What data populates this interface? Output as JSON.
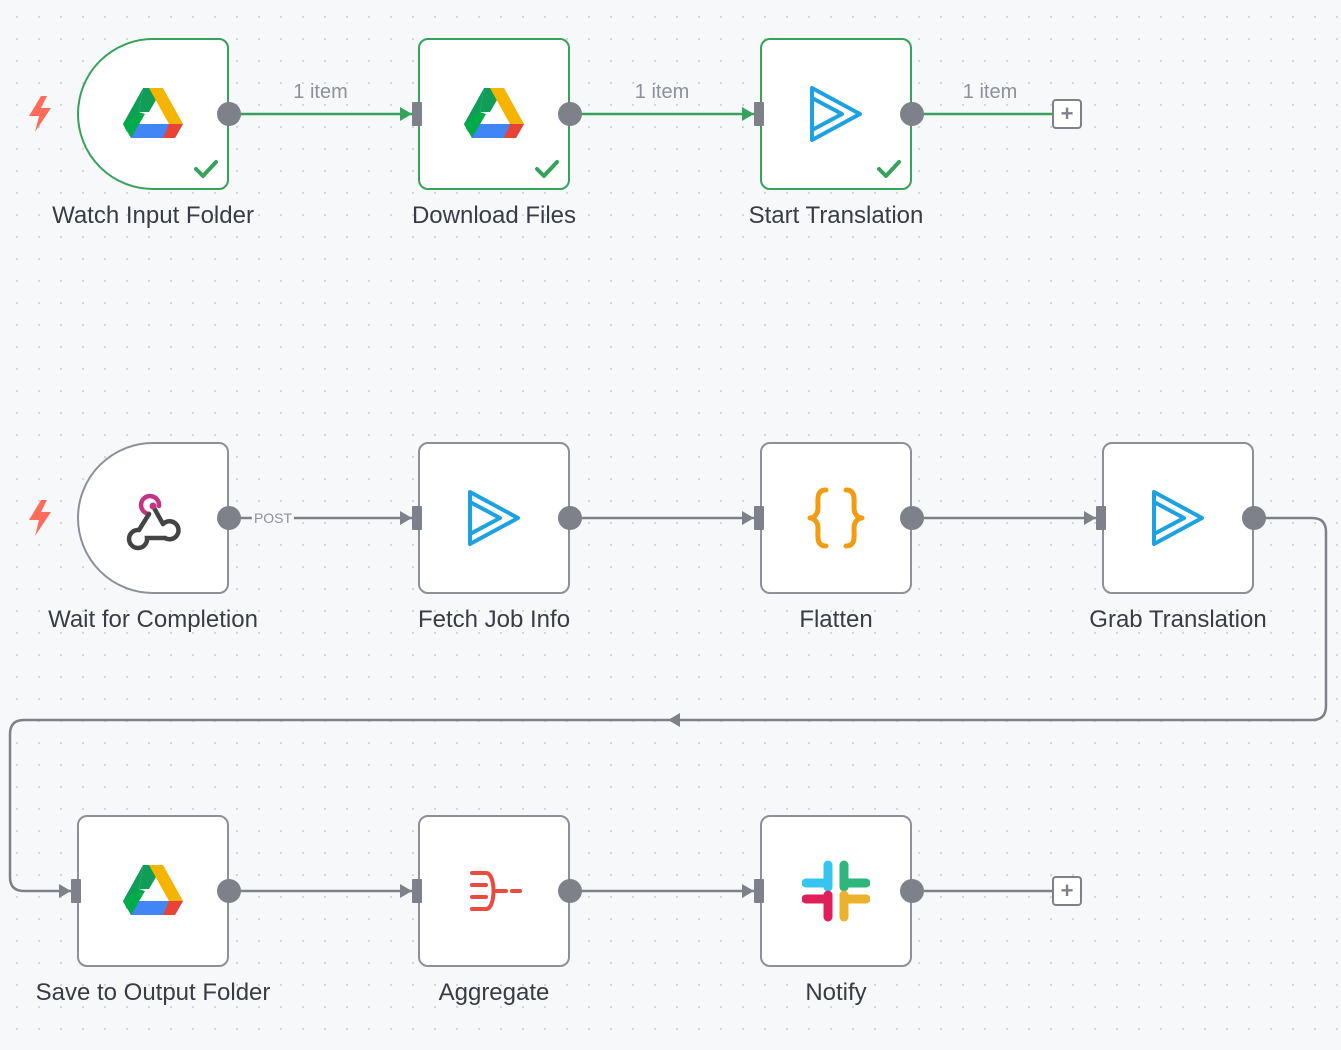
{
  "nodes": [
    {
      "id": "watch",
      "label": "Watch Input Folder",
      "icon": "google-drive-icon",
      "trigger": true,
      "status": "success"
    },
    {
      "id": "download",
      "label": "Download Files",
      "icon": "google-drive-icon",
      "trigger": false,
      "status": "success"
    },
    {
      "id": "start",
      "label": "Start Translation",
      "icon": "deepl-play-icon",
      "trigger": false,
      "status": "success"
    },
    {
      "id": "wait",
      "label": "Wait for Completion",
      "icon": "webhook-icon",
      "trigger": true,
      "status": "idle"
    },
    {
      "id": "fetch",
      "label": "Fetch Job Info",
      "icon": "deepl-play-icon",
      "trigger": false,
      "status": "idle"
    },
    {
      "id": "flatten",
      "label": "Flatten",
      "icon": "code-braces-icon",
      "trigger": false,
      "status": "idle"
    },
    {
      "id": "grab",
      "label": "Grab Translation",
      "icon": "deepl-play-icon",
      "trigger": false,
      "status": "idle"
    },
    {
      "id": "save",
      "label": "Save to Output Folder",
      "icon": "google-drive-icon",
      "trigger": false,
      "status": "idle"
    },
    {
      "id": "aggregate",
      "label": "Aggregate",
      "icon": "aggregate-icon",
      "trigger": false,
      "status": "idle"
    },
    {
      "id": "notify",
      "label": "Notify",
      "icon": "slack-icon",
      "trigger": false,
      "status": "idle"
    }
  ],
  "edges": [
    {
      "from": "watch",
      "to": "download",
      "label": "1 item",
      "status": "success"
    },
    {
      "from": "download",
      "to": "start",
      "label": "1 item",
      "status": "success"
    },
    {
      "from": "start",
      "to": "start-add",
      "label": "1 item",
      "status": "success"
    },
    {
      "from": "wait",
      "to": "fetch",
      "label": "POST",
      "status": "idle"
    },
    {
      "from": "fetch",
      "to": "flatten",
      "label": "",
      "status": "idle"
    },
    {
      "from": "flatten",
      "to": "grab",
      "label": "",
      "status": "idle"
    },
    {
      "from": "grab",
      "to": "save",
      "label": "",
      "status": "idle"
    },
    {
      "from": "save",
      "to": "aggregate",
      "label": "",
      "status": "idle"
    },
    {
      "from": "aggregate",
      "to": "notify",
      "label": "",
      "status": "idle"
    },
    {
      "from": "notify",
      "to": "notify-add",
      "label": "",
      "status": "idle"
    }
  ],
  "add_button": {
    "symbol": "+"
  },
  "colors": {
    "success": "#36a25a",
    "idle_border": "#8d9099",
    "trigger_bolt": "#ff6d5a",
    "canvas_bg": "#f7f8fa"
  }
}
